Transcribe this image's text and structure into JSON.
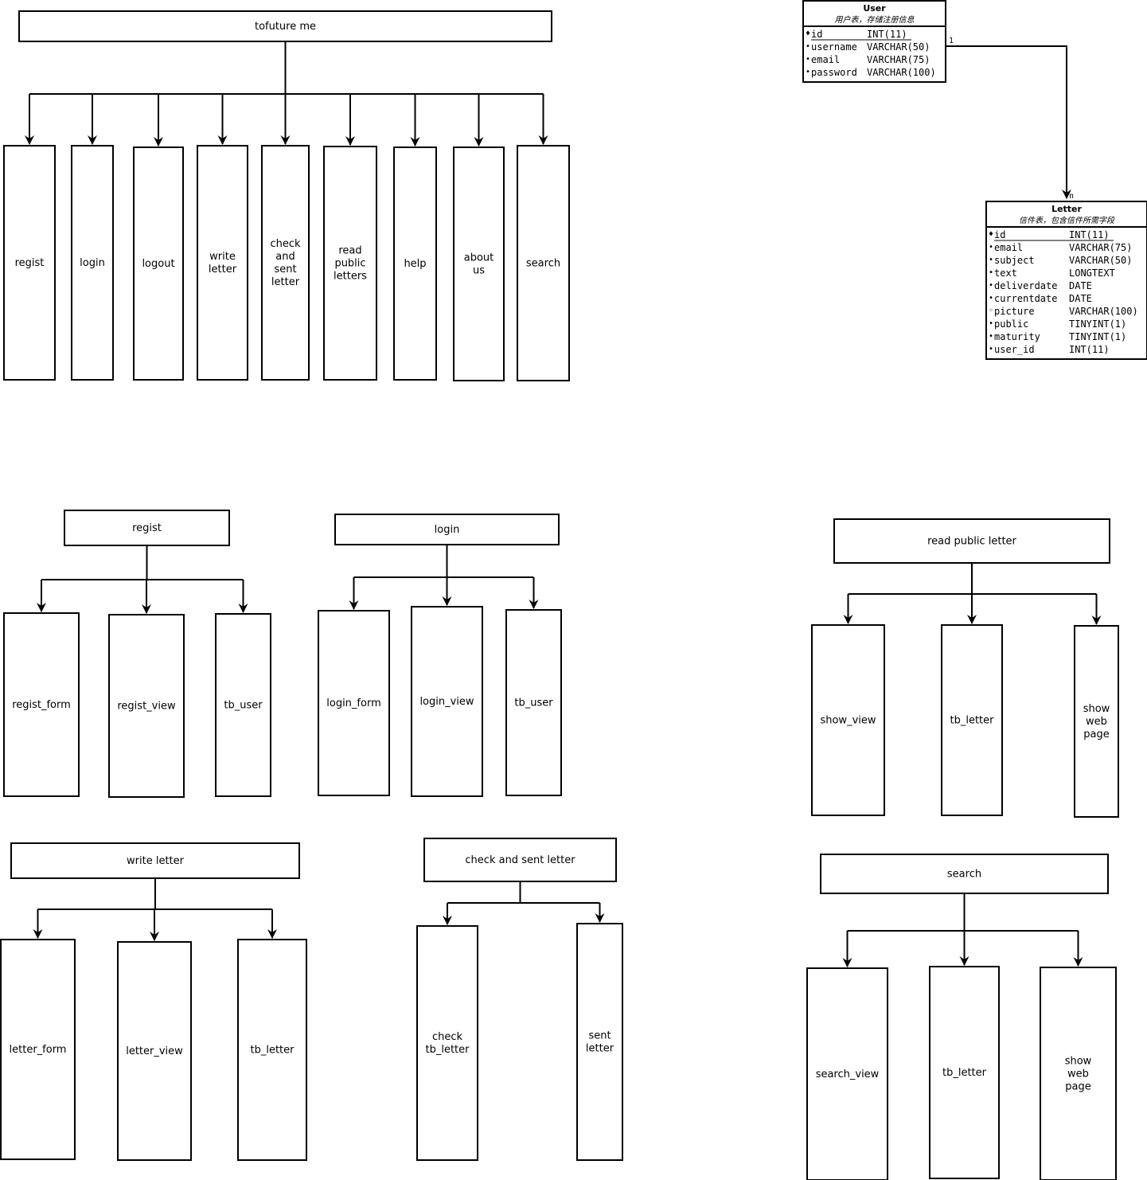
{
  "overview": {
    "root": "tofuture me",
    "children": [
      "regist",
      "login",
      "logout",
      "write letter",
      "check and sent letter",
      "read public letters",
      "help",
      "about us",
      "search"
    ]
  },
  "modules": [
    {
      "id": "regist",
      "title": "regist",
      "children": [
        "regist_form",
        "regist_view",
        "tb_user"
      ]
    },
    {
      "id": "login",
      "title": "login",
      "children": [
        "login_form",
        "login_view",
        "tb_user"
      ]
    },
    {
      "id": "read",
      "title": "read public letter",
      "children": [
        "show_view",
        "tb_letter",
        "show web page"
      ]
    },
    {
      "id": "write",
      "title": "write letter",
      "children": [
        "letter_form",
        "letter_view",
        "tb_letter"
      ]
    },
    {
      "id": "check",
      "title": "check and sent letter",
      "children": [
        "check tb_letter",
        "sent letter"
      ]
    },
    {
      "id": "search",
      "title": "search",
      "children": [
        "search_view",
        "tb_letter",
        "show web page"
      ]
    }
  ],
  "er": {
    "tables": [
      {
        "id": "user",
        "name": "User",
        "comment": "用户表，存储注册信息",
        "fields": [
          {
            "marker": "♦",
            "name": "id",
            "type": "INT(11)",
            "pk": true
          },
          {
            "marker": "•",
            "name": "username",
            "type": "VARCHAR(50)"
          },
          {
            "marker": "•",
            "name": "email",
            "type": "VARCHAR(75)"
          },
          {
            "marker": "•",
            "name": "password",
            "type": "VARCHAR(100)"
          }
        ]
      },
      {
        "id": "letter",
        "name": "Letter",
        "comment": "信件表，包含信件所需字段",
        "fields": [
          {
            "marker": "♦",
            "name": "id",
            "type": "INT(11)",
            "pk": true
          },
          {
            "marker": "•",
            "name": "email",
            "type": "VARCHAR(75)"
          },
          {
            "marker": "•",
            "name": "subject",
            "type": "VARCHAR(50)"
          },
          {
            "marker": "•",
            "name": "text",
            "type": "LONGTEXT"
          },
          {
            "marker": "•",
            "name": "deliverdate",
            "type": "DATE"
          },
          {
            "marker": "•",
            "name": "currentdate",
            "type": "DATE"
          },
          {
            "marker": "◦",
            "name": "picture",
            "type": "VARCHAR(100)"
          },
          {
            "marker": "•",
            "name": "public",
            "type": "TINYINT(1)"
          },
          {
            "marker": "•",
            "name": "maturity",
            "type": "TINYINT(1)"
          },
          {
            "marker": "•",
            "name": "user_id",
            "type": "INT(11)"
          }
        ]
      }
    ],
    "relation": {
      "from_card": "1",
      "to_card": "n"
    }
  }
}
